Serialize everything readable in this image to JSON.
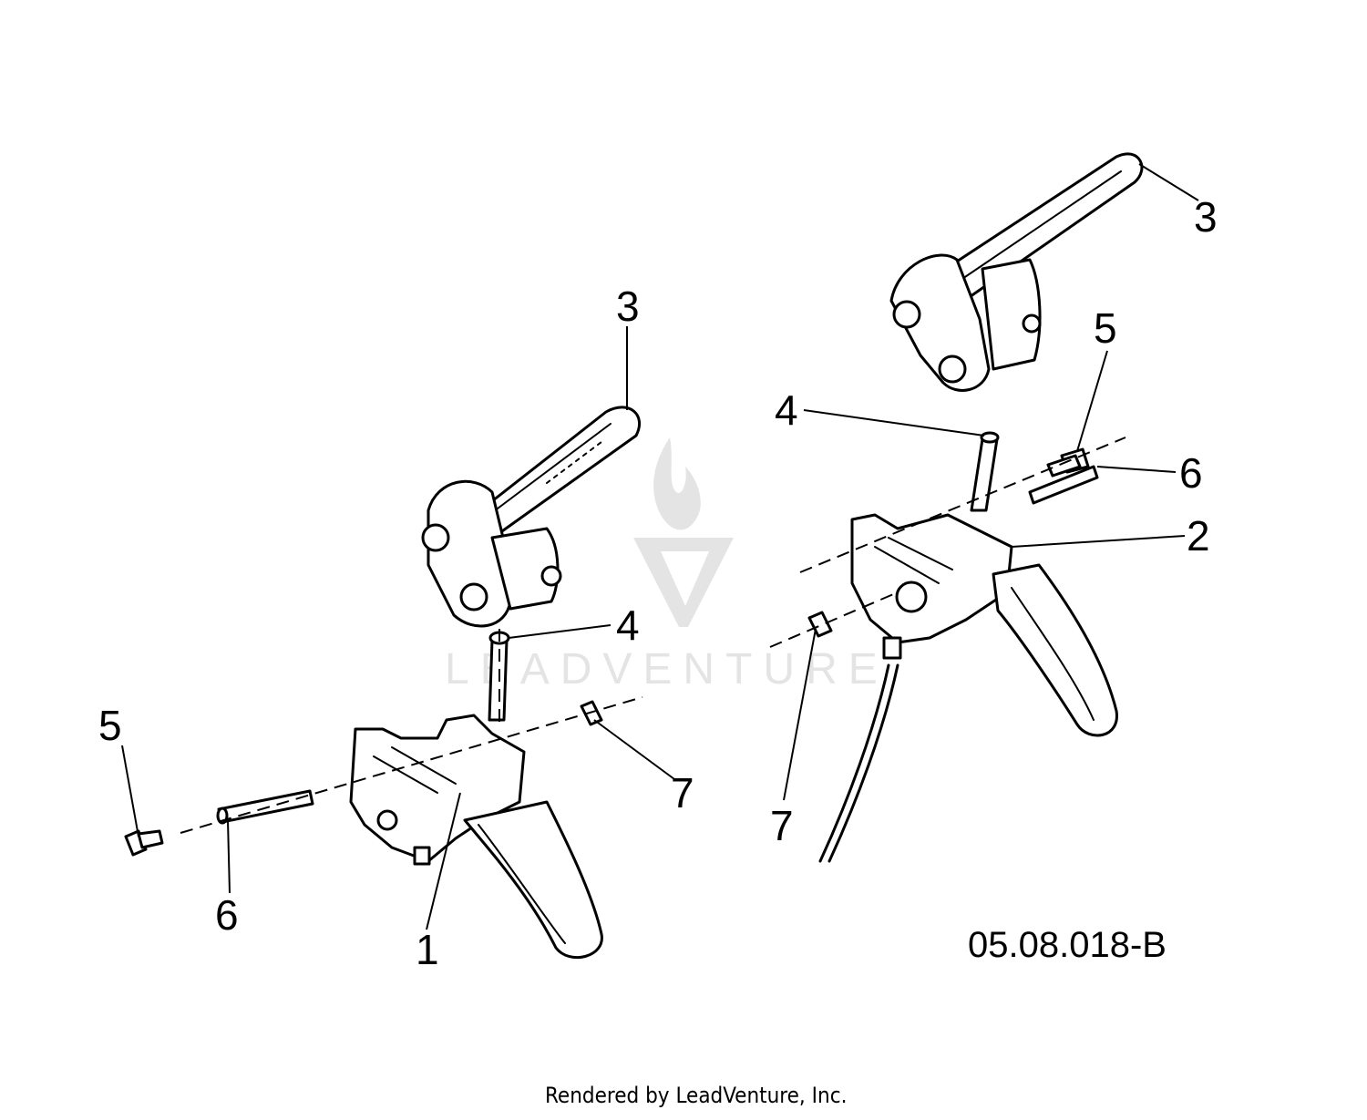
{
  "diagram": {
    "drawing_number": "05.08.018-B",
    "credit": "Rendered by LeadVenture, Inc.",
    "watermark_text": "LEADVENTURE",
    "callouts_left": {
      "c1": "1",
      "c3": "3",
      "c4": "4",
      "c5": "5",
      "c6": "6",
      "c7": "7"
    },
    "callouts_right": {
      "c2": "2",
      "c3": "3",
      "c4": "4",
      "c5": "5",
      "c6": "6",
      "c7": "7"
    }
  }
}
